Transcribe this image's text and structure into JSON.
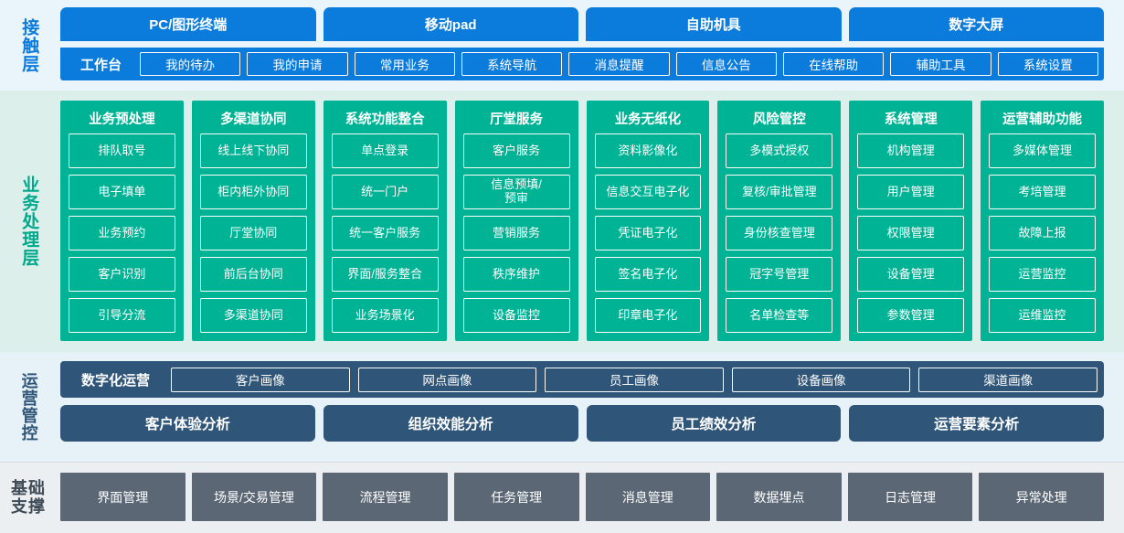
{
  "layers": {
    "contact": {
      "label": "接触层",
      "accent": "#0b7bdc",
      "channels": [
        "PC/图形终端",
        "移动pad",
        "自助机具",
        "数字大屏"
      ],
      "workbench_title": "工作台",
      "workbench_items": [
        "我的待办",
        "我的申请",
        "常用业务",
        "系统导航",
        "消息提醒",
        "信息公告",
        "在线帮助",
        "辅助工具",
        "系统设置"
      ]
    },
    "business": {
      "label": "业务处理层",
      "accent": "#00b394",
      "columns": [
        {
          "title": "业务预处理",
          "items": [
            "排队取号",
            "电子填单",
            "业务预约",
            "客户识别",
            "引导分流"
          ]
        },
        {
          "title": "多渠道协同",
          "items": [
            "线上线下协同",
            "柜内柜外协同",
            "厅堂协同",
            "前后台协同",
            "多渠道协同"
          ]
        },
        {
          "title": "系统功能整合",
          "items": [
            "单点登录",
            "统一门户",
            "统一客户服务",
            "界面/服务整合",
            "业务场景化"
          ]
        },
        {
          "title": "厅堂服务",
          "items": [
            "客户服务",
            "信息预填/\n预审",
            "营销服务",
            "秩序维护",
            "设备监控"
          ]
        },
        {
          "title": "业务无纸化",
          "items": [
            "资料影像化",
            "信息交互电子化",
            "凭证电子化",
            "签名电子化",
            "印章电子化"
          ]
        },
        {
          "title": "风险管控",
          "items": [
            "多模式授权",
            "复核/审批管理",
            "身份核查管理",
            "冠字号管理",
            "名单检查等"
          ]
        },
        {
          "title": "系统管理",
          "items": [
            "机构管理",
            "用户管理",
            "权限管理",
            "设备管理",
            "参数管理"
          ]
        },
        {
          "title": "运营辅助功能",
          "items": [
            "多媒体管理",
            "考培管理",
            "故障上报",
            "运营监控",
            "运维监控"
          ]
        }
      ]
    },
    "ops": {
      "label": "运营管控",
      "accent": "#2f5578",
      "digital_title": "数字化运营",
      "portraits": [
        "客户画像",
        "网点画像",
        "员工画像",
        "设备画像",
        "渠道画像"
      ],
      "analyses": [
        "客户体验分析",
        "组织效能分析",
        "员工绩效分析",
        "运营要素分析"
      ]
    },
    "base": {
      "label_line1": "基础",
      "label_line2": "支撑",
      "accent": "#5b6775",
      "items": [
        "界面管理",
        "场景/交易管理",
        "流程管理",
        "任务管理",
        "消息管理",
        "数据埋点",
        "日志管理",
        "异常处理"
      ]
    }
  }
}
